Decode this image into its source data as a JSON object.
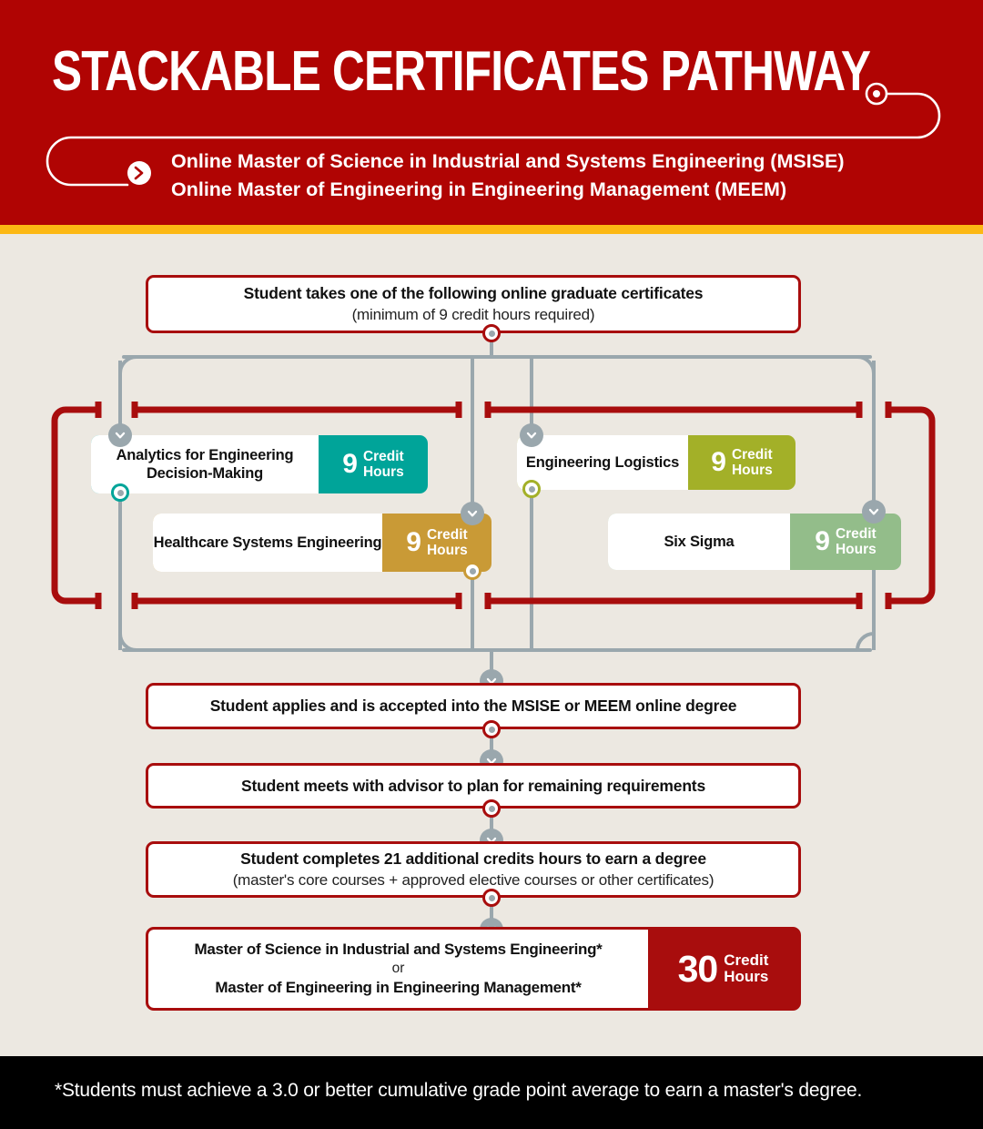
{
  "header": {
    "title": "STACKABLE CERTIFICATES PATHWAY",
    "subtitle_line1": "Online Master of Science in Industrial and Systems Engineering (MSISE)",
    "subtitle_line2": "Online Master of Engineering in Engineering Management (MEEM)",
    "bg_color": "#b00403",
    "accent_strip_color": "#fcb813"
  },
  "flow": {
    "step_start": {
      "line1": "Student takes one of the following online graduate certificates",
      "line2": "(minimum of 9 credit hours required)"
    },
    "step_apply": {
      "line1": "Student applies and is accepted into the MSISE or MEEM online degree"
    },
    "step_advisor": {
      "line1": "Student meets with advisor to plan for remaining requirements"
    },
    "step_credits": {
      "line1": "Student completes 21 additional credits hours to earn a degree",
      "line2": "(master's core courses + approved elective courses or other certificates)"
    },
    "step_degree": {
      "line1": "Master of Science in Industrial and Systems Engineering*",
      "or": "or",
      "line2": "Master of Engineering in Engineering Management*",
      "credit_number": "30",
      "credit_label_1": "Credit",
      "credit_label_2": "Hours",
      "color": "#a80d0d"
    }
  },
  "certificates": [
    {
      "name": "Analytics for Engineering Decision-Making",
      "credit_number": "9",
      "credit_label_1": "Credit",
      "credit_label_2": "Hours",
      "color": "#00a499"
    },
    {
      "name": "Healthcare Systems Engineering",
      "credit_number": "9",
      "credit_label_1": "Credit",
      "credit_label_2": "Hours",
      "color": "#c99a36"
    },
    {
      "name": "Engineering Logistics",
      "credit_number": "9",
      "credit_label_1": "Credit",
      "credit_label_2": "Hours",
      "color": "#a3b028"
    },
    {
      "name": "Six Sigma",
      "credit_number": "9",
      "credit_label_1": "Credit",
      "credit_label_2": "Hours",
      "color": "#93bd8a"
    }
  ],
  "footer": {
    "note": "*Students must achieve a 3.0 or better cumulative grade point average to earn a master's degree.",
    "bg_color": "#000000"
  },
  "palette": {
    "page_bg": "#ece8e1",
    "red": "#a80d0d",
    "gray_wire": "#9aa7ad"
  }
}
